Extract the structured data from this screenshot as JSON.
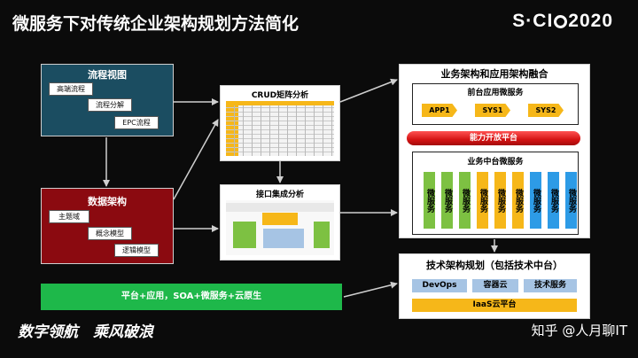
{
  "header": {
    "title": "微服务下对传统企业架构规划方法简化",
    "logo_left": "S·CI",
    "logo_right": "2020"
  },
  "process_view": {
    "title": "流程视图",
    "items": [
      "高端流程",
      "流程分解",
      "EPC流程"
    ],
    "color": "#1b4d61"
  },
  "data_structure": {
    "title": "数据架构",
    "items": [
      "主题域",
      "概念模型",
      "逻辑模型"
    ],
    "color": "#8b0a10"
  },
  "crud_panel": {
    "title": "CRUD矩阵分析"
  },
  "interface_panel": {
    "title": "接口集成分析"
  },
  "business_arch": {
    "title": "业务架构和应用架构融合",
    "front": {
      "title": "前台应用微服务",
      "apps": [
        "APP1",
        "SYS1",
        "SYS2"
      ]
    },
    "platform": "能力开放平台",
    "middle": {
      "title": "业务中台微服务",
      "services": [
        {
          "label": "微服务",
          "color": "green"
        },
        {
          "label": "微服务",
          "color": "green"
        },
        {
          "label": "微服务",
          "color": "green"
        },
        {
          "label": "微服务",
          "color": "yellow"
        },
        {
          "label": "微服务",
          "color": "yellow"
        },
        {
          "label": "微服务",
          "color": "yellow"
        },
        {
          "label": "微服务",
          "color": "blue"
        },
        {
          "label": "微服务",
          "color": "blue"
        },
        {
          "label": "微服务",
          "color": "blue"
        }
      ]
    }
  },
  "tech_arch": {
    "title": "技术架构规划（包括技术中台）",
    "items": [
      "DevOps",
      "容器云",
      "技术服务"
    ],
    "iaas": "IaaS云平台"
  },
  "bottom_bar": {
    "text": "平台+应用，SOA+微服务+云原生",
    "color": "#1eb84a"
  },
  "slogan": "数字领航　乘风破浪",
  "watermark": "知乎 @人月聊IT",
  "colors": {
    "yellow": "#f6b719",
    "green": "#7dc142",
    "blue": "#2d9be6",
    "red": "#d41313"
  }
}
